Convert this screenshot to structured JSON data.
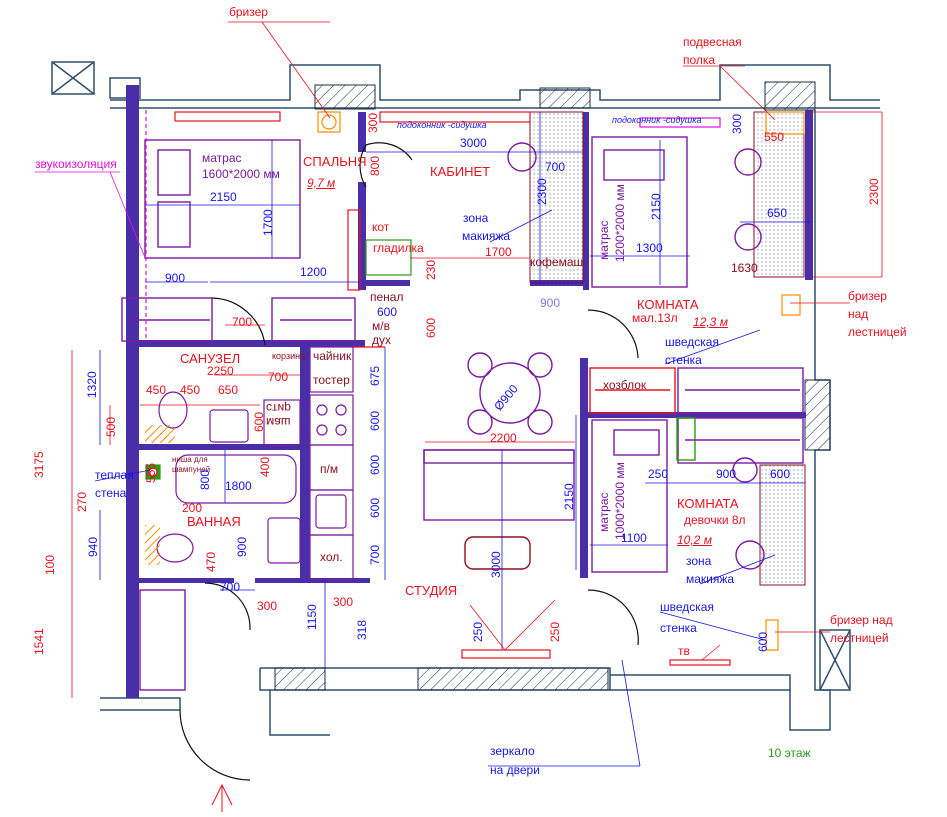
{
  "labels": {
    "brizer_top": "бризер",
    "bedroom": "СПАЛЬНЯ",
    "bedroom_area": "9,7 м",
    "office": "КАБИНЕТ",
    "room_small": "КОМНАТА",
    "room_small_sub": "мал.13л",
    "room_small_area": "12,3 м",
    "bathroom_wc": "САНУЗЕЛ",
    "bathroom": "ВАННАЯ",
    "studio": "СТУДИЯ",
    "room_girls": "КОМНАТА",
    "room_girls_sub": "девочки 8л",
    "room_girls_area": "10,2 м",
    "hanging_shelf_1": "подвесная",
    "hanging_shelf_2": "полка",
    "brizer_right_1": "бризер",
    "brizer_right_2": "над",
    "brizer_right_3": "лестницей",
    "brizer_bottom_1": "бризер над",
    "brizer_bottom_2": "лестницей",
    "tv": "тв",
    "coffee_machine": "кофемаш",
    "ironing": "гладилка",
    "boiler": "кот",
    "pencil_case": "пенал",
    "microwave": "м/в",
    "oven": "дух",
    "kettle": "чайник",
    "toaster": "тостер",
    "dishwasher": "п/м",
    "fridge": "хол.",
    "storage": "хозблок",
    "basket": "корзина",
    "shampoo_niche_1": "ниша для",
    "shampoo_niche_2": "шампуней",
    "washer_1": "стир",
    "washer_2": "маш",
    "soundproofing": "звукоизоляция",
    "sill_seat_1": "подоконник -сидушка",
    "sill_seat_2": "подоконник -сидушка",
    "makeup_1a": "зона",
    "makeup_1b": "макияжа",
    "makeup_2a": "зона",
    "makeup_2b": "макияжа",
    "mattress_1a": "матрас",
    "mattress_1b": "1600*2000 мм",
    "mattress_2": "матрас",
    "mattress_2b": "1200*2000 мм",
    "mattress_3": "матрас",
    "mattress_3b": "1000*2000 мм",
    "wall_bars_1a": "шведская",
    "wall_bars_1b": "стенка",
    "wall_bars_2a": "шведская",
    "wall_bars_2b": "стенка",
    "warm_wall_1": "теплая",
    "warm_wall_2": "стена",
    "mirror_1": "зеркало",
    "mirror_2": "на двери",
    "floor": "10 этаж",
    "table_diameter": "Ø900"
  },
  "dims_blue": [
    "3000",
    "700",
    "2300",
    "2150",
    "1700",
    "1200",
    "900",
    "900",
    "1300",
    "2150",
    "650",
    "600",
    "1800",
    "800",
    "900",
    "940",
    "1320",
    "1150",
    "318",
    "250",
    "3000",
    "2150",
    "1100",
    "250",
    "900",
    "600",
    "700",
    "675",
    "600",
    "600",
    "600",
    "700",
    "600",
    "300"
  ],
  "dims_red": [
    "300",
    "800",
    "700",
    "2250",
    "700",
    "450",
    "450",
    "650",
    "500",
    "600",
    "400",
    "555",
    "200",
    "270",
    "470",
    "300",
    "300",
    "250",
    "1700",
    "230",
    "600",
    "2200",
    "550",
    "1630",
    "2300",
    "3175",
    "100",
    "1541"
  ],
  "colors": {
    "wall": "#4a2ea8",
    "dim_blue": "#1717e6",
    "dim_red": "#e8121e",
    "furniture": "#7a1aa0",
    "outline": "#2f4f6f"
  }
}
